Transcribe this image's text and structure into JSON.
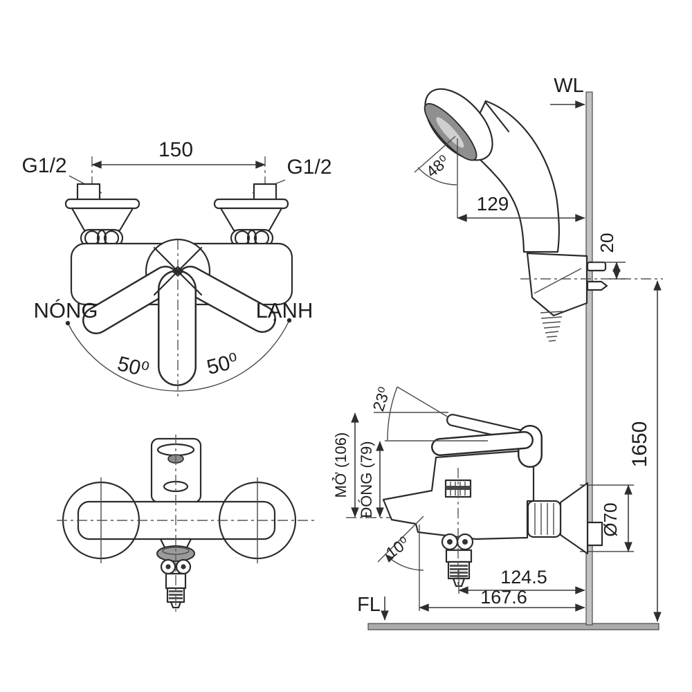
{
  "figure": {
    "type": "technical-drawing",
    "views": [
      "front view of mixer",
      "top view of mixer",
      "side elevation on wall with hand shower"
    ]
  },
  "labels": {
    "thread_left": "G1/2",
    "thread_right": "G1/2",
    "dim_center_distance": "150",
    "hot": "NÓNG",
    "cold": "LẠNH",
    "swing_left": "50⁰",
    "swing_right": "50⁰",
    "wall_line": "WL",
    "floor_line": "FL",
    "dim_head_offset": "129",
    "angle_head": "48⁰",
    "dim_holder_pin": "20",
    "dim_mount_height": "1650",
    "angle_lever": "23⁰",
    "dim_lever_open": "MỞ (106)",
    "dim_lever_closed": "ĐÓNG (79)",
    "flange_diameter": "Ø70",
    "angle_spout": "10⁰",
    "dim_spout_reach_outlet": "124.5",
    "dim_spout_reach_tip": "167.6"
  },
  "colors": {
    "line": "#2b2b2b",
    "wall_fill": "#c2c2c2",
    "floor_fill": "#ababab",
    "shade_dark": "#8f8f8f",
    "background": "#ffffff"
  }
}
